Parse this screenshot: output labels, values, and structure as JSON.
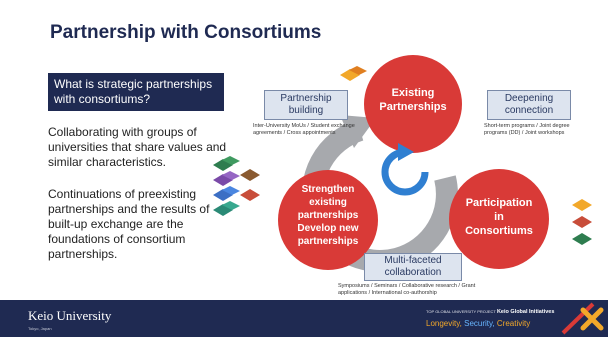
{
  "title": "Partnership with Consortiums",
  "question": "What is strategic partnerships with consortiums?",
  "para1": "Collaborating with groups of universities that share values and similar characteristics.",
  "para2": "Continuations of preexisting partnerships and the results of built-up exchange are the foundations of consortium partnerships.",
  "circles": {
    "existing_l1": "Existing",
    "existing_l2": "Partnerships",
    "strengthen_l1": "Strengthen",
    "strengthen_l2": "existing",
    "strengthen_l3": "partnerships",
    "strengthen_l4": "Develop new",
    "strengthen_l5": "partnerships",
    "participation_l1": "Participation",
    "participation_l2": "in",
    "participation_l3": "Consortiums"
  },
  "boxes": {
    "partnership_building": "Partnership building",
    "deepening_connection": "Deepening connection",
    "multi_faceted": "Multi-faceted collaboration"
  },
  "notes": {
    "building_note": "Inter-University MoUs / Student exchange agreements / Cross appointments",
    "deepening_note": "Short-term programs / Joint degree programs (DD) / Joint workshops",
    "multi_note": "Symposiums / Seminars / Collaborative research / Grant applications / International co-authorship"
  },
  "footer": {
    "university": "Keio University",
    "location": "Tokyo, Japan",
    "project_prefix": "TOP GLOBAL UNIVERSITY PROJECT",
    "project_name": "Keio Global Initiatives",
    "tag_longevity": "Longevity,",
    "tag_security": "Security,",
    "tag_creativity": "Creativity"
  },
  "colors": {
    "navy": "#1f2a52",
    "red": "#d93a37",
    "blue_arrow": "#2f7fd1",
    "gray_arrow": "#a7a9ad",
    "gold": "#f2a82a"
  },
  "icons": [
    "handshake-icon",
    "circular-arrow-icon",
    "keio-x-logo-icon"
  ]
}
